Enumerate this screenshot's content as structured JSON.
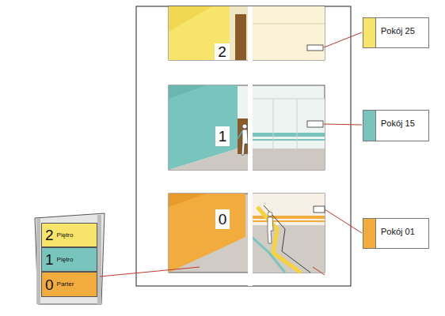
{
  "diagram": {
    "nodes": [
      {
        "text": [
          "2",
          "Piętro"
        ]
      },
      {
        "text": [
          "1",
          "Piętro"
        ]
      },
      {
        "text": [
          "0",
          "Parter"
        ]
      }
    ],
    "labels": [
      "2",
      "1",
      "0"
    ],
    "legend": [
      {
        "text": "Pokój 25",
        "color": "#f6e46b"
      },
      {
        "text": "Pokój 15",
        "color": "#79c5be"
      },
      {
        "text": "Pokój 01",
        "color": "#f2ac3e"
      }
    ]
  }
}
